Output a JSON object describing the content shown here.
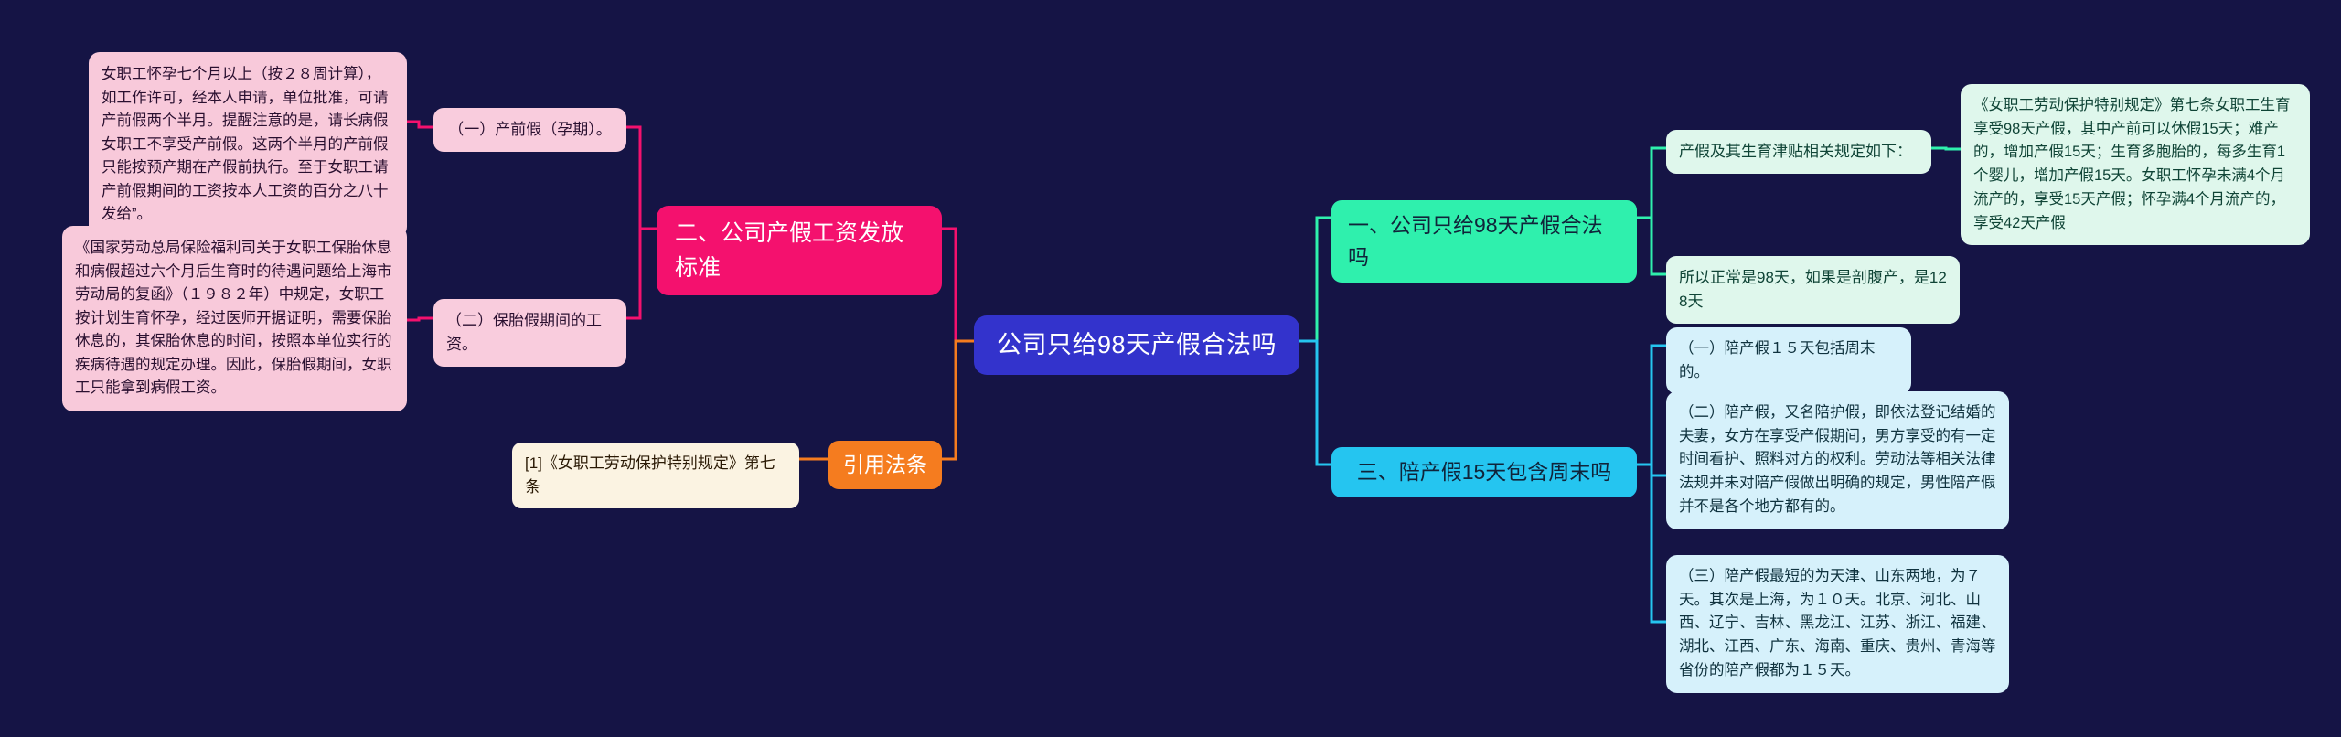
{
  "diagram": {
    "type": "mind-map",
    "background_color": "#151445",
    "root": {
      "label": "公司只给98天产假合法吗",
      "color": "#3333cc",
      "text_color": "#ffffff"
    },
    "branches": [
      {
        "id": "branch-1",
        "label": "一、公司只给98天产假合法吗",
        "color": "#2ff0ad",
        "side": "right",
        "children": [
          {
            "id": "b1-c1",
            "label": "产假及其生育津贴相关规定如下：",
            "color": "#dff7ec",
            "children": [
              {
                "id": "b1-c1-d1",
                "label": "《女职工劳动保护特别规定》第七条女职工生育享受98天产假，其中产前可以休假15天；难产的，增加产假15天；生育多胞胎的，每多生育1个婴儿，增加产假15天。女职工怀孕未满4个月流产的，享受15天产假；怀孕满4个月流产的，享受42天产假",
                "color": "#dff7ec"
              }
            ]
          },
          {
            "id": "b1-c2",
            "label": "所以正常是98天，如果是剖腹产，是128天",
            "color": "#dff7ec",
            "children": []
          }
        ]
      },
      {
        "id": "branch-2",
        "label": "二、公司产假工资发放标准",
        "color": "#f4116e",
        "side": "left",
        "children": [
          {
            "id": "b2-c1",
            "label": "（一）产前假（孕期）。",
            "color": "#f9ccdd",
            "children": [
              {
                "id": "b2-c1-d1",
                "label": "女职工怀孕七个月以上（按２８周计算），如工作许可，经本人申请，单位批准，可请产前假两个半月。提醒注意的是，请长病假女职工不享受产前假。这两个半月的产前假只能按预产期在产假前执行。至于女职工请产前假期间的工资按本人工资的百分之八十发给”。",
                "color": "#f8c9da"
              }
            ]
          },
          {
            "id": "b2-c2",
            "label": "（二）保胎假期间的工资。",
            "color": "#f9ccdd",
            "children": [
              {
                "id": "b2-c2-d1",
                "label": "《国家劳动总局保险福利司关于女职工保胎休息和病假超过六个月后生育时的待遇问题给上海市劳动局的复函》（１９８２年）中规定，女职工按计划生育怀孕，经过医师开据证明，需要保胎休息的，其保胎休息的时间，按照本单位实行的疾病待遇的规定办理。因此，保胎假期间，女职工只能拿到病假工资。",
                "color": "#f8c9da"
              }
            ]
          }
        ]
      },
      {
        "id": "branch-3",
        "label": "三、陪产假15天包含周末吗",
        "color": "#25c5f0",
        "side": "right",
        "children": [
          {
            "id": "b3-c1",
            "label": "（一）陪产假１５天包括周末的。",
            "color": "#d6f1fb"
          },
          {
            "id": "b3-c2",
            "label": "（二）陪产假，又名陪护假，即依法登记结婚的夫妻，女方在享受产假期间，男方享受的有一定时间看护、照料对方的权利。劳动法等相关法律法规并未对陪产假做出明确的规定，男性陪产假并不是各个地方都有的。",
            "color": "#d6f1fb"
          },
          {
            "id": "b3-c3",
            "label": "（三）陪产假最短的为天津、山东两地，为７天。其次是上海，为１０天。北京、河北、山西、辽宁、吉林、黑龙江、江苏、浙江、福建、湖北、江西、广东、海南、重庆、贵州、青海等省份的陪产假都为１５天。",
            "color": "#d6f1fb"
          }
        ]
      },
      {
        "id": "branch-4",
        "label": "引用法条",
        "color": "#f57c1f",
        "side": "left",
        "children": [
          {
            "id": "b4-c1",
            "label": "[1]《女职工劳动保护特别规定》第七条",
            "color": "#fbf3e2"
          }
        ]
      }
    ]
  }
}
